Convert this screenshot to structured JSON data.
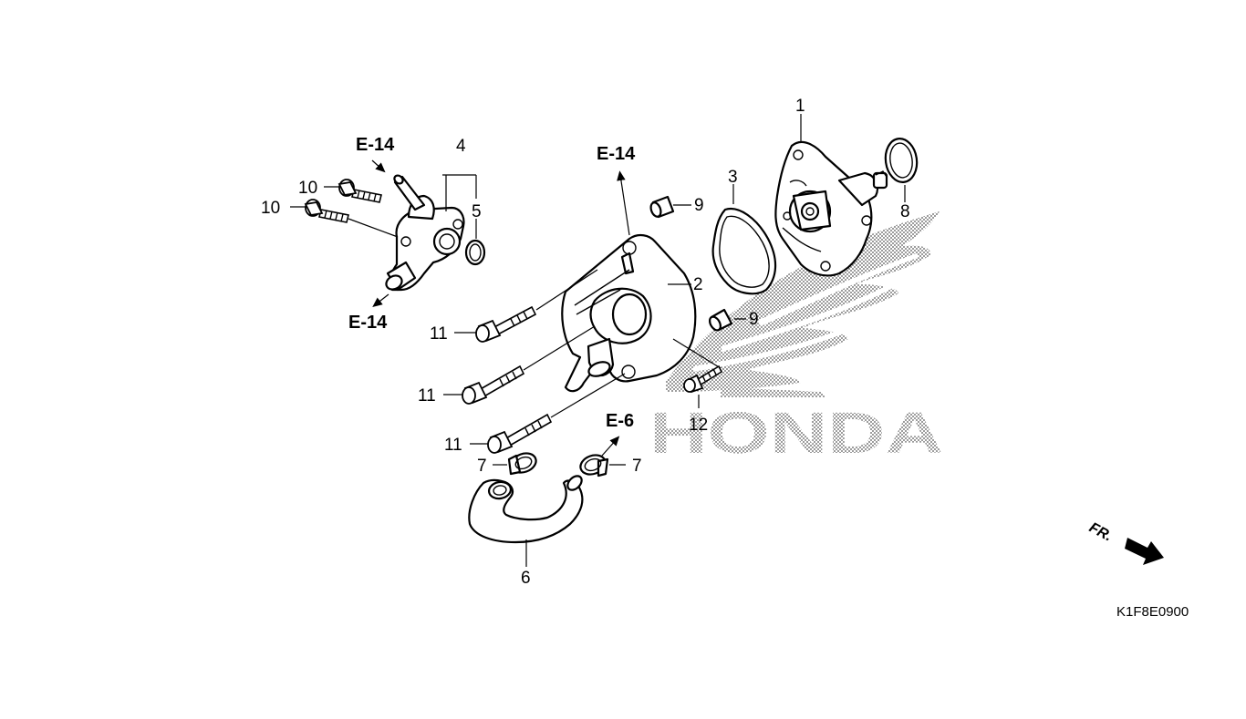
{
  "diagram": {
    "code": "K1F8E0900",
    "front_marker": "FR.",
    "watermark": "HONDA",
    "refs": [
      {
        "id": "ref_e14_left_top",
        "text": "E-14"
      },
      {
        "id": "ref_e14_left_bottom",
        "text": "E-14"
      },
      {
        "id": "ref_e14_center",
        "text": "E-14"
      },
      {
        "id": "ref_e6",
        "text": "E-6"
      }
    ],
    "callouts": {
      "c1": "1",
      "c2": "2",
      "c3": "3",
      "c4": "4",
      "c5": "5",
      "c6": "6",
      "c7a": "7",
      "c7b": "7",
      "c8": "8",
      "c9a": "9",
      "c9b": "9",
      "c10a": "10",
      "c10b": "10",
      "c11a": "11",
      "c11b": "11",
      "c11c": "11",
      "c12": "12"
    }
  }
}
